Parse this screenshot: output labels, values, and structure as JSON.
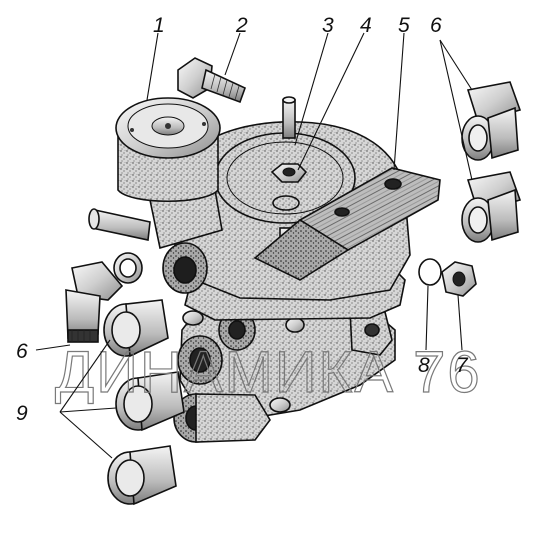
{
  "watermark": "ДИНАМИКА 76",
  "callouts": {
    "c1": "1",
    "c2": "2",
    "c3": "3",
    "c4": "4",
    "c5": "5",
    "c6a": "6",
    "c6b": "6",
    "c7": "7",
    "c8": "8",
    "c9": "9"
  },
  "parts": [
    "valve-body",
    "top-cover",
    "top-stud",
    "nut",
    "spring-washer",
    "bracket",
    "bolt",
    "port-fitting",
    "elbow-fitting",
    "seal-ring",
    "diaphragm-cover",
    "lower-body"
  ]
}
